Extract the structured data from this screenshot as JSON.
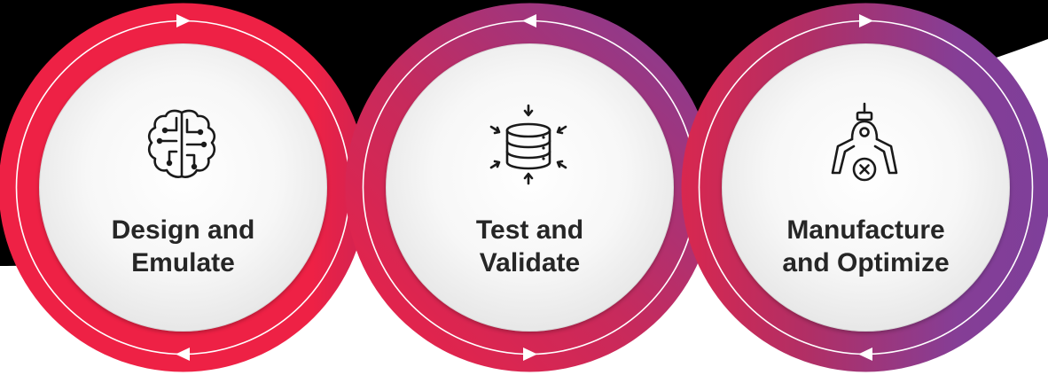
{
  "colors": {
    "background_dark": "#000000",
    "red": "#ee2145",
    "purple": "#7e3f9a",
    "label_text": "#262626",
    "icon_stroke": "#1a1a1a"
  },
  "stages": [
    {
      "icon": "brain-circuit-icon",
      "label_lines": [
        "Design and",
        "Emulate"
      ],
      "top_arrow": "right",
      "bottom_arrow": "left"
    },
    {
      "icon": "database-arrows-icon",
      "label_lines": [
        "Test and",
        "Validate"
      ],
      "top_arrow": "left",
      "bottom_arrow": "right"
    },
    {
      "icon": "robotic-claw-icon",
      "label_lines": [
        "Manufacture",
        "and Optimize"
      ],
      "top_arrow": "right",
      "bottom_arrow": "left"
    }
  ]
}
